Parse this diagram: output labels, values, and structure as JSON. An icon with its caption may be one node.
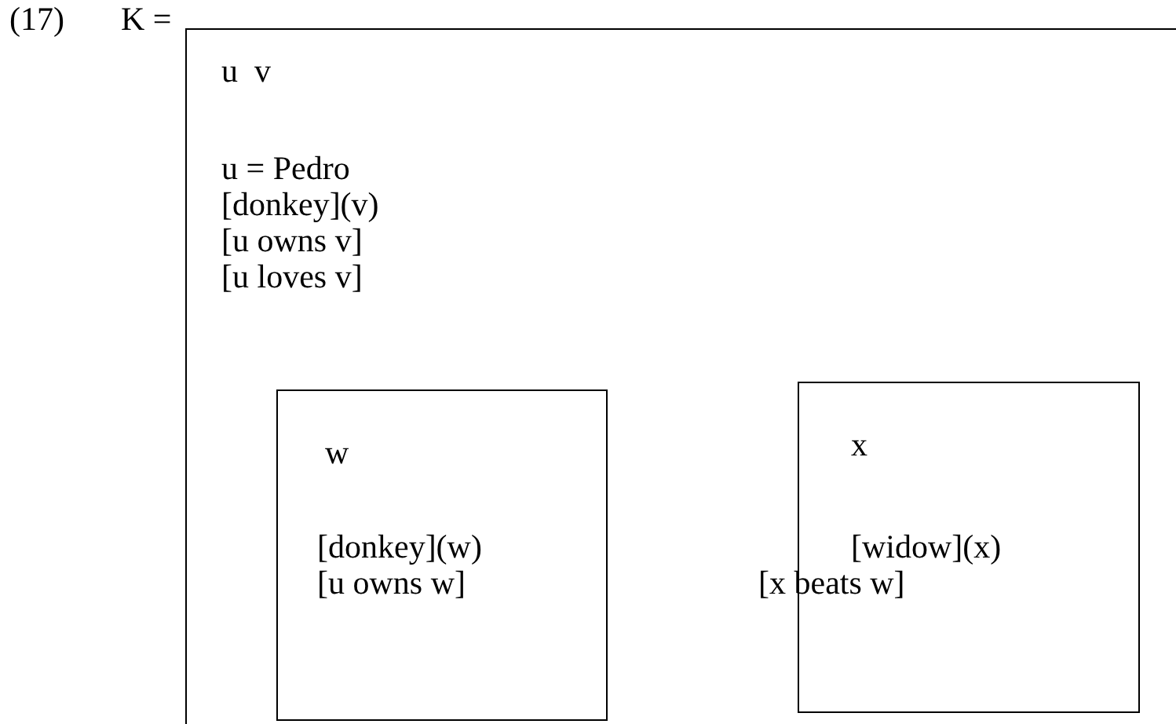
{
  "diagram": {
    "nodes": [
      {
        "text": [
          "u  v",
          "u = Pedro",
          "[donkey](v)",
          "[u owns v]",
          "[u loves v]"
        ],
        "beside": [
          "K ="
        ]
      },
      {
        "text": [
          "w",
          "[donkey](w)",
          "[u owns w]"
        ],
        "in": 0
      },
      {
        "text": [
          "x",
          "[widow](x)",
          "[x beats w]"
        ],
        "in": 0
      }
    ],
    "labels": [
      "(17)"
    ]
  }
}
